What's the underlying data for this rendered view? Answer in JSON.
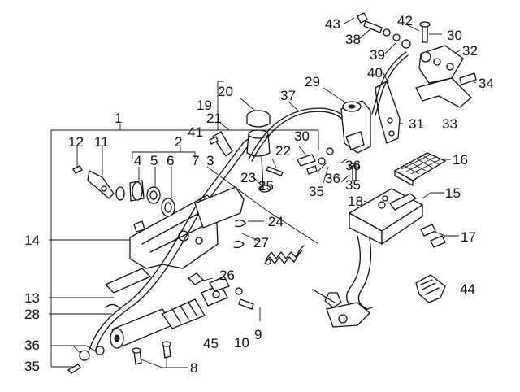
{
  "diagram": {
    "callouts": [
      {
        "id": "c1",
        "text": "1"
      },
      {
        "id": "c2",
        "text": "2"
      },
      {
        "id": "c3",
        "text": "3"
      },
      {
        "id": "c4",
        "text": "4"
      },
      {
        "id": "c5",
        "text": "5"
      },
      {
        "id": "c6",
        "text": "6"
      },
      {
        "id": "c7",
        "text": "7"
      },
      {
        "id": "c8",
        "text": "8"
      },
      {
        "id": "c9",
        "text": "9"
      },
      {
        "id": "c10",
        "text": "10"
      },
      {
        "id": "c11",
        "text": "11"
      },
      {
        "id": "c12",
        "text": "12"
      },
      {
        "id": "c13",
        "text": "13"
      },
      {
        "id": "c14",
        "text": "14"
      },
      {
        "id": "c15",
        "text": "15"
      },
      {
        "id": "c16",
        "text": "16"
      },
      {
        "id": "c17",
        "text": "17"
      },
      {
        "id": "c18",
        "text": "18"
      },
      {
        "id": "c19",
        "text": "19"
      },
      {
        "id": "c20",
        "text": "20"
      },
      {
        "id": "c21",
        "text": "21"
      },
      {
        "id": "c22",
        "text": "22"
      },
      {
        "id": "c23",
        "text": "23"
      },
      {
        "id": "c24",
        "text": "24"
      },
      {
        "id": "c25",
        "text": "25"
      },
      {
        "id": "c26",
        "text": "26"
      },
      {
        "id": "c27",
        "text": "27"
      },
      {
        "id": "c28",
        "text": "28"
      },
      {
        "id": "c29",
        "text": "29"
      },
      {
        "id": "c30a",
        "text": "30"
      },
      {
        "id": "c30b",
        "text": "30"
      },
      {
        "id": "c31",
        "text": "31"
      },
      {
        "id": "c32",
        "text": "32"
      },
      {
        "id": "c33",
        "text": "33"
      },
      {
        "id": "c34",
        "text": "34"
      },
      {
        "id": "c35a",
        "text": "35"
      },
      {
        "id": "c35b",
        "text": "35"
      },
      {
        "id": "c35c",
        "text": "35"
      },
      {
        "id": "c36a",
        "text": "36"
      },
      {
        "id": "c36b",
        "text": "36"
      },
      {
        "id": "c36c",
        "text": "36"
      },
      {
        "id": "c37",
        "text": "37"
      },
      {
        "id": "c38",
        "text": "38"
      },
      {
        "id": "c39",
        "text": "39"
      },
      {
        "id": "c40",
        "text": "40"
      },
      {
        "id": "c41",
        "text": "41"
      },
      {
        "id": "c42",
        "text": "42"
      },
      {
        "id": "c43",
        "text": "43"
      },
      {
        "id": "c44",
        "text": "44"
      },
      {
        "id": "c45",
        "text": "45"
      }
    ]
  }
}
